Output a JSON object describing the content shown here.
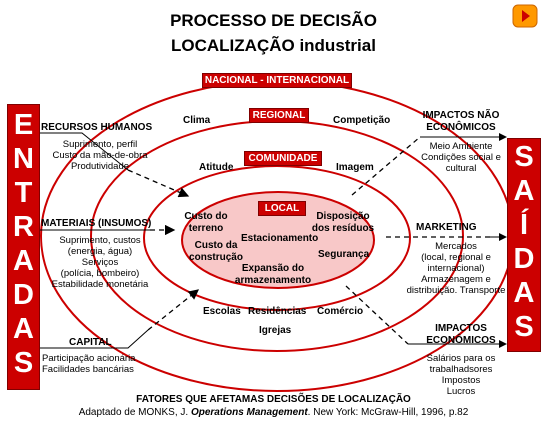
{
  "title": {
    "line1": "PROCESSO DE DECISÃO",
    "line2": "LOCALIZAÇÃO industrial"
  },
  "nav": {
    "play_icon": "play-triangle-icon"
  },
  "sidebar_left": {
    "letters": [
      "E",
      "N",
      "T",
      "R",
      "A",
      "D",
      "A",
      "S"
    ]
  },
  "sidebar_right": {
    "letters": [
      "S",
      "A",
      "Í",
      "D",
      "A",
      "S"
    ]
  },
  "levels": {
    "nacional": "NACIONAL - INTERNACIONAL",
    "regional": "REGIONAL",
    "comunidade": "COMUNIDADE",
    "local": "LOCAL"
  },
  "regional_factors": {
    "clima": "Clima",
    "competicao": "Competição",
    "escolas": "Escolas",
    "comercio": "Comércio"
  },
  "community_factors": {
    "atitude": "Atitude",
    "imagem": "Imagem",
    "residencias": "Residências",
    "igrejas": "Igrejas"
  },
  "local_factors": {
    "custo_terreno": "Custo do terreno",
    "custo_construcao": "Custo da construção",
    "estacionamento": "Estacionamento",
    "disposicao": "Disposição dos resíduos",
    "seguranca": "Segurança",
    "expansao": "Expansão do armazenamento"
  },
  "inputs": [
    {
      "heading": "RECURSOS HUMANOS",
      "lines": [
        "Suprimento, perfil",
        "Custo da mão-de-obra",
        "Produtividade"
      ]
    },
    {
      "heading": "MATERIAIS (INSUMOS)",
      "lines": [
        "Suprimento, custos",
        "(energia, água)",
        "Serviços",
        "(polícia, bombeiro)",
        "Estabilidade monetária"
      ]
    },
    {
      "heading": "CAPITAL",
      "lines": [
        "Participação acionária",
        "Facilidades bancárias"
      ]
    }
  ],
  "outputs": [
    {
      "heading": "IMPACTOS NÃO ECONÔMICOS",
      "lines": [
        "Meio Ambiente",
        "Condições social e cultural"
      ]
    },
    {
      "heading": "MARKETING",
      "lines": [
        "Mercados",
        "(local, regional e internacional)",
        "Armazenagem e distribuição. Transporte"
      ]
    },
    {
      "heading": "IMPACTOS ECONÔMICOS",
      "lines": [
        "Salários para os trabalhadsores",
        "Impostos",
        "Lucros"
      ]
    }
  ],
  "footer": {
    "caption": "FATORES QUE AFETAMAS DECISÕES DE LOCALIZAÇÃO",
    "source_prefix": "Adaptado de MONKS, J. ",
    "source_title": "Operations Management",
    "source_suffix": ". New York: McGraw-Hill, 1996, p.82"
  },
  "colors": {
    "accent": "#cc0000",
    "inner_fill": "#f8c8c8",
    "play_button": "#ff9900"
  }
}
